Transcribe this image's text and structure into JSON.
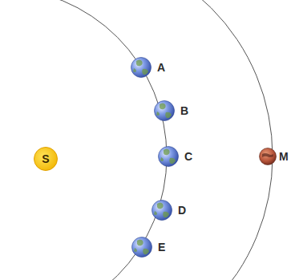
{
  "diagram": {
    "nodes": [
      {
        "text": [
          "A"
        ]
      },
      {
        "text": [
          "B"
        ]
      },
      {
        "text": [
          "S"
        ]
      },
      {
        "text": [
          "C"
        ]
      },
      {
        "text": [
          "M"
        ]
      },
      {
        "text": [
          "D"
        ]
      },
      {
        "text": [
          "E"
        ]
      }
    ]
  }
}
